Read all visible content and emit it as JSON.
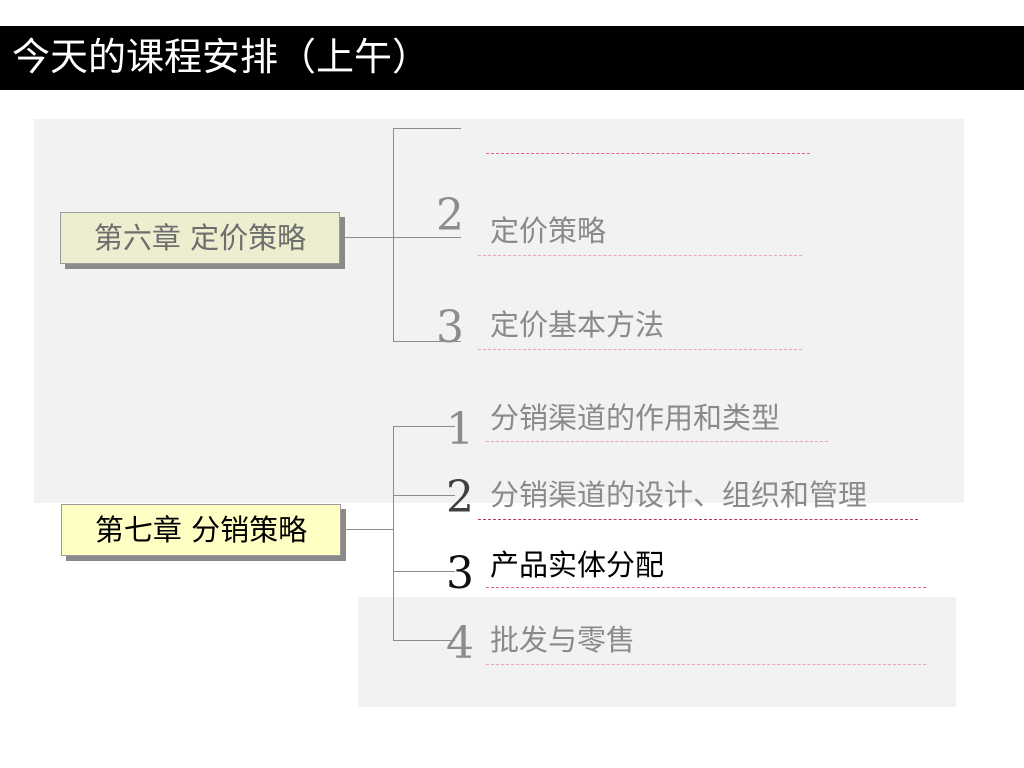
{
  "title": "今天的课程安排（上午）",
  "chapters": [
    {
      "label": "第六章 定价策略",
      "items": [
        {
          "number": "",
          "label": ""
        },
        {
          "number": "2",
          "label": "定价策略"
        },
        {
          "number": "3",
          "label": "定价基本方法"
        }
      ]
    },
    {
      "label": "第七章 分销策略",
      "items": [
        {
          "number": "1",
          "label": "分销渠道的作用和类型"
        },
        {
          "number": "2",
          "label": "分销渠道的设计、组织和管理"
        },
        {
          "number": "3",
          "label": "产品实体分配"
        },
        {
          "number": "4",
          "label": "批发与零售"
        }
      ]
    }
  ],
  "colors": {
    "title_bar": "#000000",
    "title_text": "#ffffff",
    "chapter6_box": "#ededcf",
    "chapter7_box": "#ffffc4",
    "dashed_rule": "#e8608f",
    "shaded_panel": "#f2f2f2"
  }
}
